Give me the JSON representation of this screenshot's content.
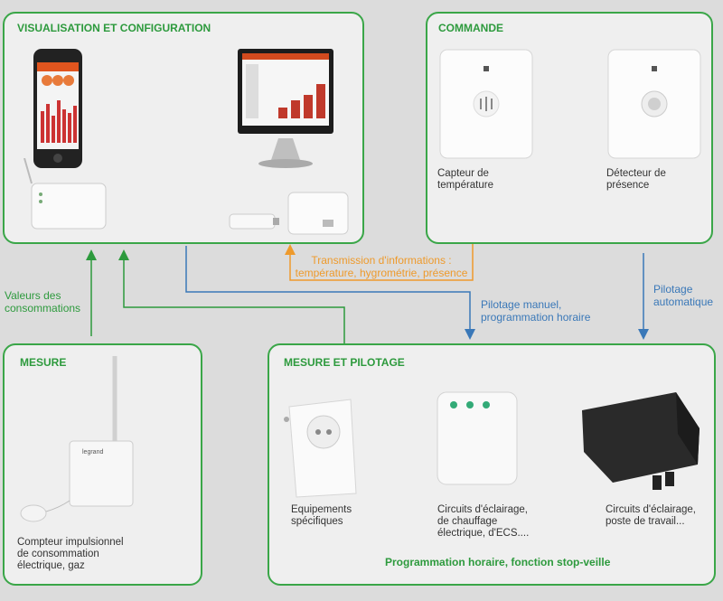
{
  "colors": {
    "green": "#2d9a3d",
    "blue": "#3a78b8",
    "orange": "#ee9a2c",
    "background": "#dcdcdc",
    "box": "#efefef"
  },
  "visualisation": {
    "title": "VISUALISATION ET CONFIGURATION",
    "devices": [
      "smartphone-icon",
      "monitor-icon",
      "gateway-icon",
      "usb-dongle-icon",
      "router-icon"
    ]
  },
  "commande": {
    "title": "COMMANDE",
    "items": [
      {
        "label_l1": "Capteur de",
        "label_l2": "température",
        "icon": "temperature-sensor-icon"
      },
      {
        "label_l1": "Détecteur de",
        "label_l2": "présence",
        "icon": "presence-detector-icon"
      }
    ]
  },
  "mesure": {
    "title": "MESURE",
    "item": {
      "l1": "Compteur impulsionnel",
      "l2": "de consommation",
      "l3": "électrique, gaz",
      "icon": "pulse-meter-icon"
    }
  },
  "mesure_pilotage": {
    "title": "MESURE ET PILOTAGE",
    "items": [
      {
        "l1": "Equipements",
        "l2": "spécifiques",
        "l3": "",
        "icon": "smart-plug-icon"
      },
      {
        "l1": "Circuits d'éclairage,",
        "l2": "de chauffage",
        "l3": "électrique, d'ECS....",
        "icon": "micromodule-icon"
      },
      {
        "l1": "Circuits d'éclairage,",
        "l2": "poste de travail...",
        "l3": "",
        "icon": "connector-module-icon"
      }
    ],
    "footer": "Programmation horaire, fonction stop-veille"
  },
  "flows": {
    "consommations": {
      "l1": "Valeurs des",
      "l2": "consommations"
    },
    "transmission": {
      "l1": "Transmission d'informations :",
      "l2": "température, hygrométrie, présence"
    },
    "pilotage_manuel": {
      "l1": "Pilotage manuel,",
      "l2": "programmation horaire"
    },
    "pilotage_auto": {
      "l1": "Pilotage",
      "l2": "automatique"
    }
  }
}
